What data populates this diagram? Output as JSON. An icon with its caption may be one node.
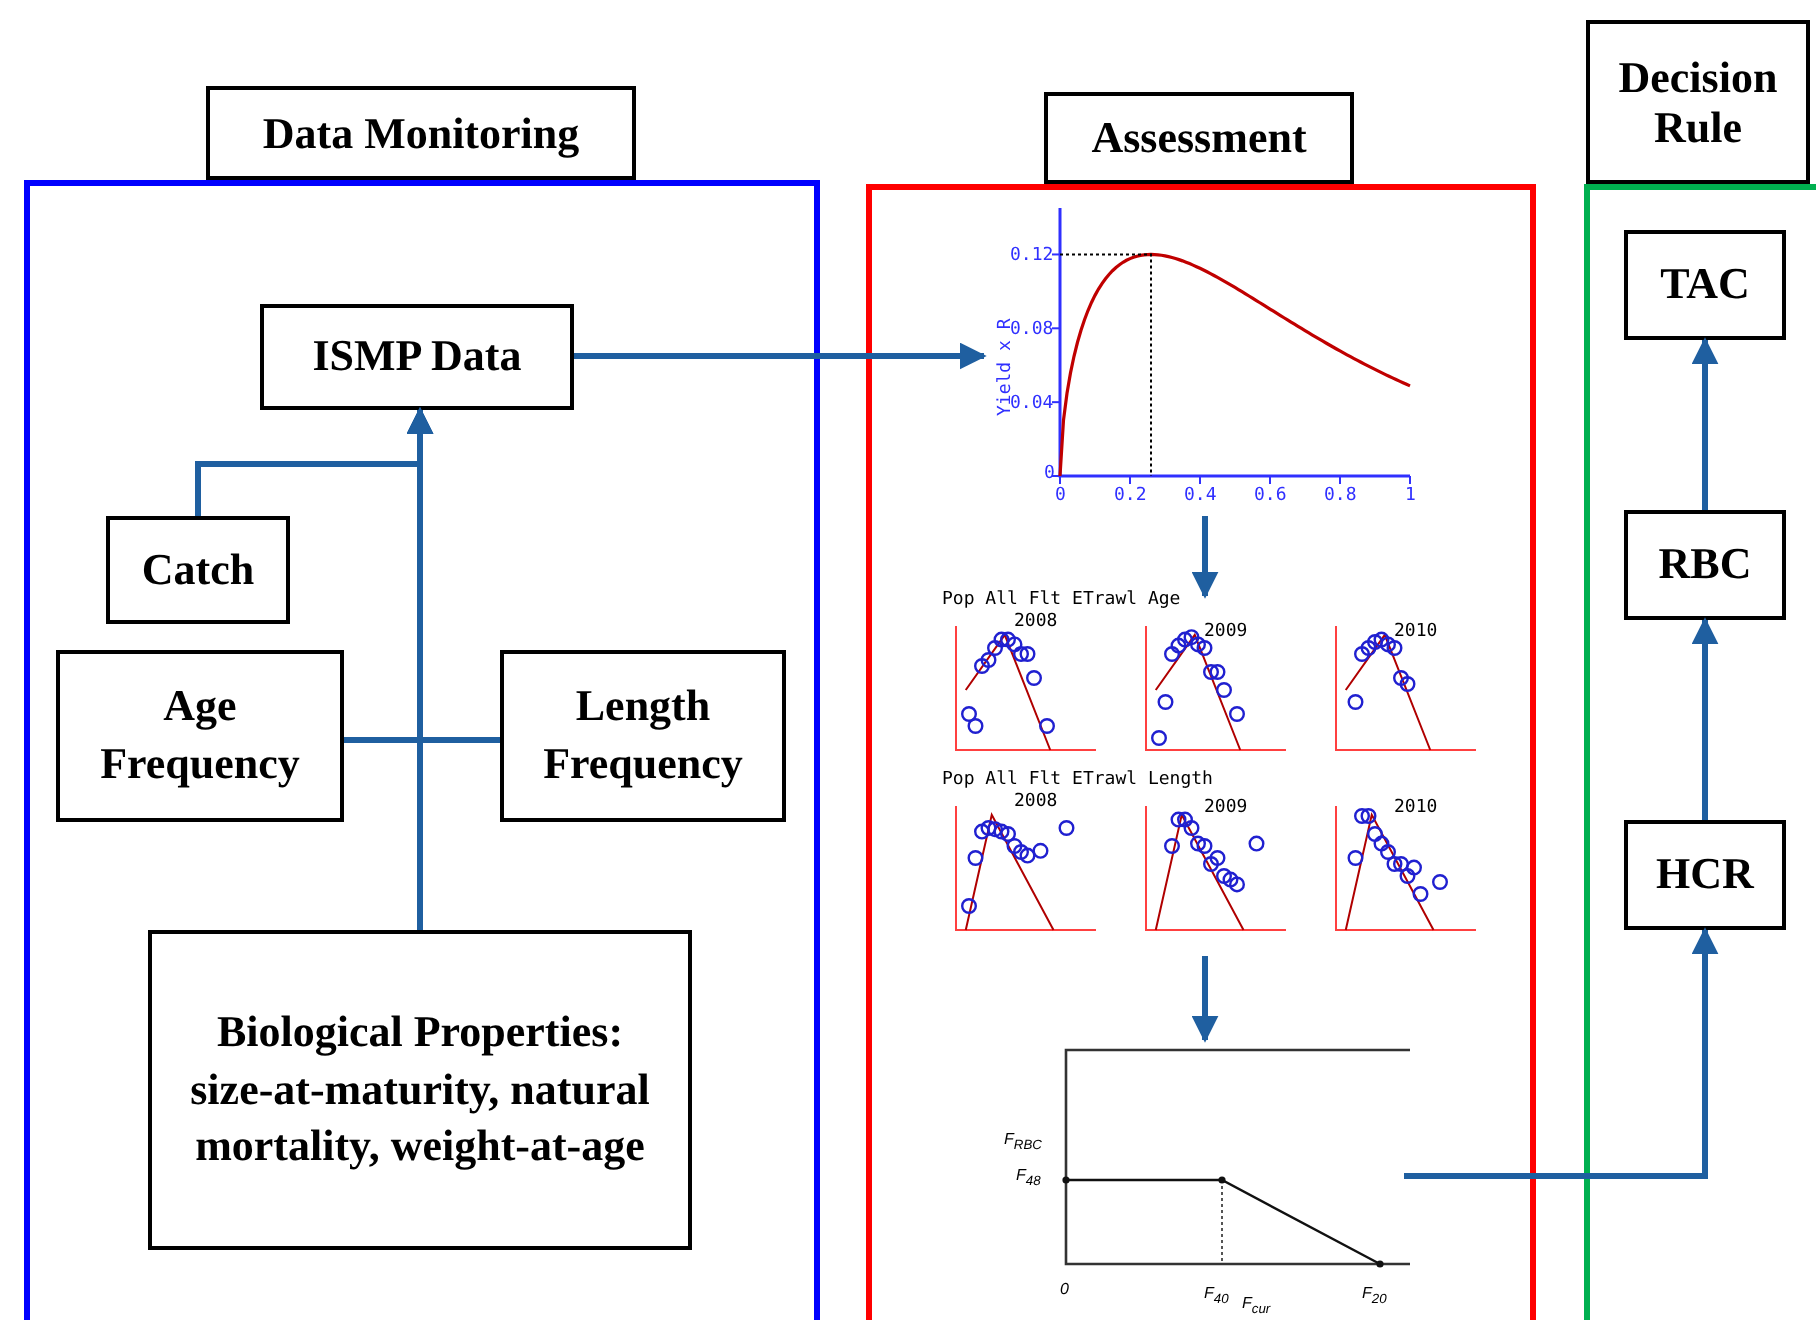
{
  "diagram": {
    "nodes": [
      {
        "text": [
          "Data Monitoring"
        ]
      },
      {
        "text": [
          "ISMP Data"
        ],
        "in": 0
      },
      {
        "text": [
          "Catch"
        ],
        "in": 0
      },
      {
        "text": [
          "Age Frequency"
        ],
        "in": 0
      },
      {
        "text": [
          "Length Frequency"
        ],
        "in": 0
      },
      {
        "text": [
          "Biological Properties:",
          "size-at-maturity, natural mortality, weight-at-age"
        ],
        "in": 0
      },
      {
        "text": [
          "Assessment"
        ]
      },
      {
        "text": [],
        "shape": "picture",
        "in": 6
      },
      {
        "text": [],
        "shape": "picture",
        "in": 6
      },
      {
        "text": [],
        "shape": "picture",
        "in": 6
      },
      {
        "text": [
          "Decision Rule"
        ]
      },
      {
        "text": [
          "TAC"
        ],
        "in": 10
      },
      {
        "text": [
          "RBC"
        ],
        "in": 10
      },
      {
        "text": [
          "HCR"
        ],
        "in": 10
      }
    ],
    "edges": [
      {
        "from": 2,
        "to": 1,
        "arrow": "to"
      },
      {
        "from": 3,
        "to": 1,
        "arrow": "to"
      },
      {
        "from": 4,
        "to": 1,
        "arrow": "to"
      },
      {
        "from": 5,
        "to": 1,
        "arrow": "to"
      },
      {
        "from": 1,
        "to": 7,
        "arrow": "to"
      },
      {
        "from": 7,
        "to": 8,
        "arrow": "to"
      },
      {
        "from": 8,
        "to": 9,
        "arrow": "to"
      },
      {
        "from": 9,
        "to": 13,
        "arrow": "to"
      },
      {
        "from": 13,
        "to": 12,
        "arrow": "to"
      },
      {
        "from": 12,
        "to": 11,
        "arrow": "to"
      }
    ],
    "labels": [
      "0.12",
      "0.08",
      "Yield x R",
      "0.04",
      "0",
      "0",
      "0.2",
      "0.4",
      "0.6",
      "0.8",
      "1",
      "Pop All Flt ETrawl Age",
      "2008",
      "2009",
      "2010",
      "Pop All Flt ETrawl Length",
      "2008",
      "2009",
      "2010",
      "F$_{RBC}$",
      "F$_{48}$",
      "0",
      "F$_{40}$",
      "F$_{cur}$",
      "F$_{20}$"
    ]
  }
}
